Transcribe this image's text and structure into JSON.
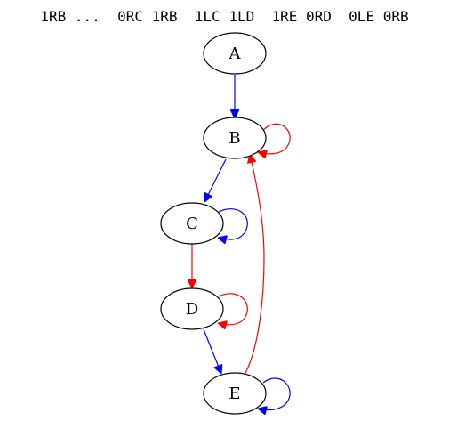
{
  "title": "1RB ...  0RC 1RB  1LC 1LD  1RE 0RD  0LE 0RB",
  "colors": {
    "background": "#ffffff",
    "node_stroke": "#000000",
    "node_fill": "#ffffff",
    "text": "#000000",
    "edge_blue": "#0000ff",
    "edge_red": "#ff0000"
  },
  "nodes": [
    {
      "id": "A",
      "label": "A"
    },
    {
      "id": "B",
      "label": "B"
    },
    {
      "id": "C",
      "label": "C"
    },
    {
      "id": "D",
      "label": "D"
    },
    {
      "id": "E",
      "label": "E"
    }
  ],
  "edges": [
    {
      "from": "A",
      "to": "B",
      "color": "blue"
    },
    {
      "from": "B",
      "to": "B",
      "color": "red"
    },
    {
      "from": "B",
      "to": "C",
      "color": "blue"
    },
    {
      "from": "C",
      "to": "C",
      "color": "blue"
    },
    {
      "from": "C",
      "to": "D",
      "color": "red"
    },
    {
      "from": "D",
      "to": "D",
      "color": "red"
    },
    {
      "from": "D",
      "to": "E",
      "color": "blue"
    },
    {
      "from": "E",
      "to": "E",
      "color": "blue"
    },
    {
      "from": "E",
      "to": "B",
      "color": "red"
    }
  ]
}
